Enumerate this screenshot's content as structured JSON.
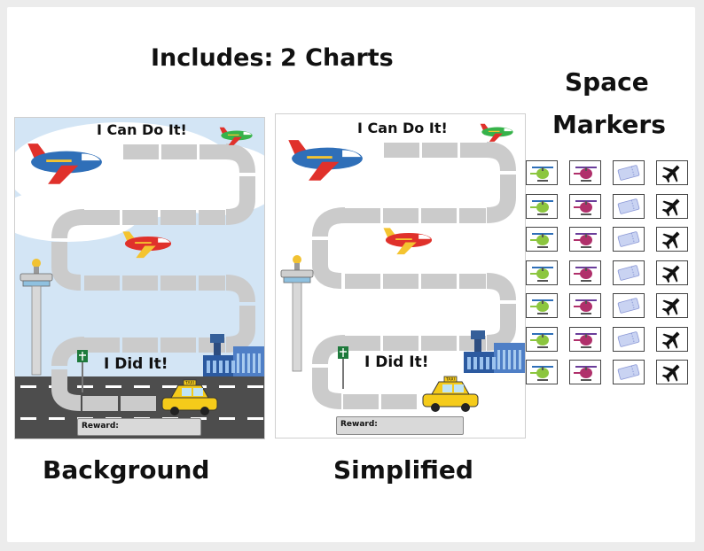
{
  "header": {
    "includes_label": "Includes:",
    "count_label": "2 Charts"
  },
  "space_markers": {
    "title_line1": "Space",
    "title_line2": "Markers"
  },
  "charts": [
    {
      "top_label": "I Can Do It!",
      "bottom_label": "I Did It!",
      "reward_label": "Reward:",
      "caption": "Background",
      "taxi_sign": "TAXI"
    },
    {
      "top_label": "I Can Do It!",
      "bottom_label": "I Did It!",
      "reward_label": "Reward:",
      "caption": "Simplified",
      "taxi_sign": "TAXI"
    }
  ],
  "marker_grid": {
    "columns": [
      "helicopter-green",
      "helicopter-red",
      "ticket",
      "airplane"
    ],
    "rows": 7
  },
  "colors": {
    "sky": "#d3e5f5",
    "road": "#cbcbcb",
    "tarmac": "#4d4d4d",
    "taxi": "#f5cb1a",
    "plane_blue": "#2f6fb8",
    "plane_red": "#e0312b"
  }
}
